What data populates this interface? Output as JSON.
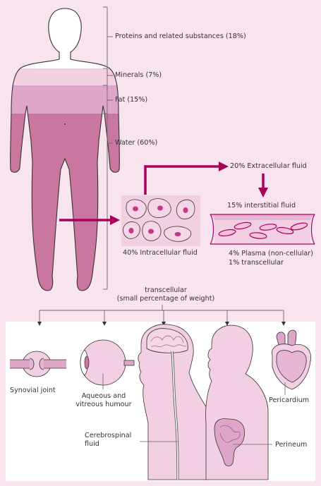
{
  "colors": {
    "background": "#f7e4ef",
    "arrow": "#a8005a",
    "body_light": "#f2cfe2",
    "body_mid": "#dda6c8",
    "body_dark": "#c9779f",
    "outline": "#3a3035"
  },
  "body_composition": {
    "proteins": "Proteins and related substances (18%)",
    "minerals": "Minerals (7%)",
    "fat": "Fat (15%)",
    "water": "Water (60%)"
  },
  "fluids": {
    "extracellular": "20% Extracellular fluid",
    "interstitial": "15% interstitial fluid",
    "intracellular": "40% Intracellular fluid",
    "plasma": "4% Plasma (non-cellular)",
    "transcellular_pct": "1% transcellular"
  },
  "transcellular": {
    "heading_line1": "transcellular",
    "heading_line2": "(small percentage of weight)",
    "synovial": "Synovial joint",
    "aqueous_line1": "Aqueous and",
    "aqueous_line2": "vitreous humour",
    "csf_line1": "Cerebrospinal",
    "csf_line2": "fluid",
    "pericardium": "Pericardium",
    "perineum": "Perineum"
  }
}
